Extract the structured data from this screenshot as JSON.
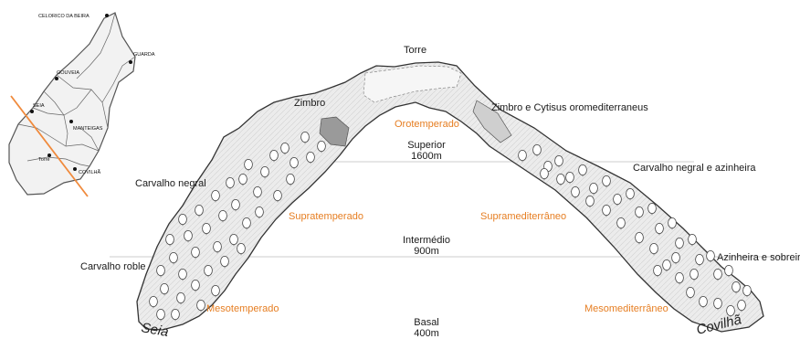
{
  "map": {
    "towns": [
      "CELORICO DA BEIRA",
      "GUARDA",
      "GOUVEIA",
      "SEIA",
      "MANTEIGAS",
      "Torre",
      "COVILHÃ"
    ]
  },
  "profile": {
    "summit": "Torre",
    "left_labels": [
      "Zimbro",
      "Carvalho negral",
      "Carvalho roble"
    ],
    "right_labels": [
      "Zimbro e Cytisus oromediterraneus",
      "Carvalho negral e azinheira",
      "Azinheira e sobreiro"
    ],
    "bioclimatic_left": [
      "Orotemperado",
      "Supratemperado",
      "Mesotemperado"
    ],
    "bioclimatic_right": [
      "Supramediterrâneo",
      "Mesomediterrâneo"
    ],
    "bands": [
      {
        "name": "Superior",
        "altitude": "1600m"
      },
      {
        "name": "Intermédio",
        "altitude": "900m"
      },
      {
        "name": "Basal",
        "altitude": "400m"
      }
    ],
    "ends": [
      "Seia",
      "Covilhã"
    ]
  },
  "colors": {
    "accent": "#e67e22",
    "terrain": "#e9e9e9",
    "outline": "#333333",
    "section_line": "#f08a3c"
  }
}
